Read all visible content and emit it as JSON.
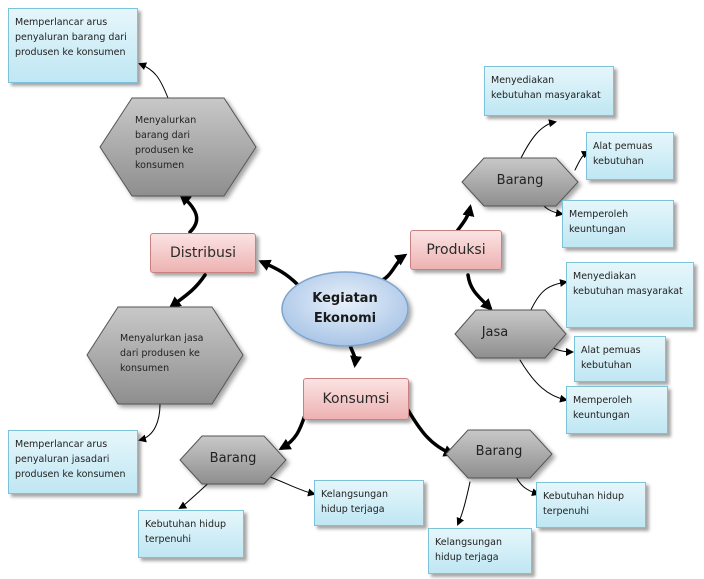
{
  "center": {
    "line1": "Kegiatan",
    "line2": "Ekonomi"
  },
  "distribusi": {
    "label": "Distribusi",
    "hex_top": "Menyalurkan barang dari produsen ke konsumen",
    "hex_bottom": "Menyalurkan jasa dari produsen ke konsumen",
    "box_top": "Memperlancar arus penyaluran  barang dari produsen ke konsumen",
    "box_bottom": "Memperlancar arus penyaluran  jasadari produsen  ke konsumen"
  },
  "produksi": {
    "label": "Produksi",
    "barang": {
      "label": "Barang",
      "items": [
        "Menyediakan kebutuhan masyarakat",
        "Alat pemuas kebutuhan",
        "Memperoleh keuntungan"
      ]
    },
    "jasa": {
      "label": "Jasa",
      "items": [
        "Menyediakan kebutuhan masyarakat",
        "Alat pemuas kebutuhan",
        "Memperoleh keuntungan"
      ]
    }
  },
  "konsumsi": {
    "label": "Konsumsi",
    "barang_left": {
      "label": "Barang",
      "items": [
        "Kebutuhan hidup terpenuhi",
        "Kelangsungan hidup terjaga"
      ]
    },
    "barang_right": {
      "label": "Barang",
      "items": [
        "Kebutuhan hidup terpenuhi",
        "Kelangsungan hidup terjaga"
      ]
    }
  }
}
